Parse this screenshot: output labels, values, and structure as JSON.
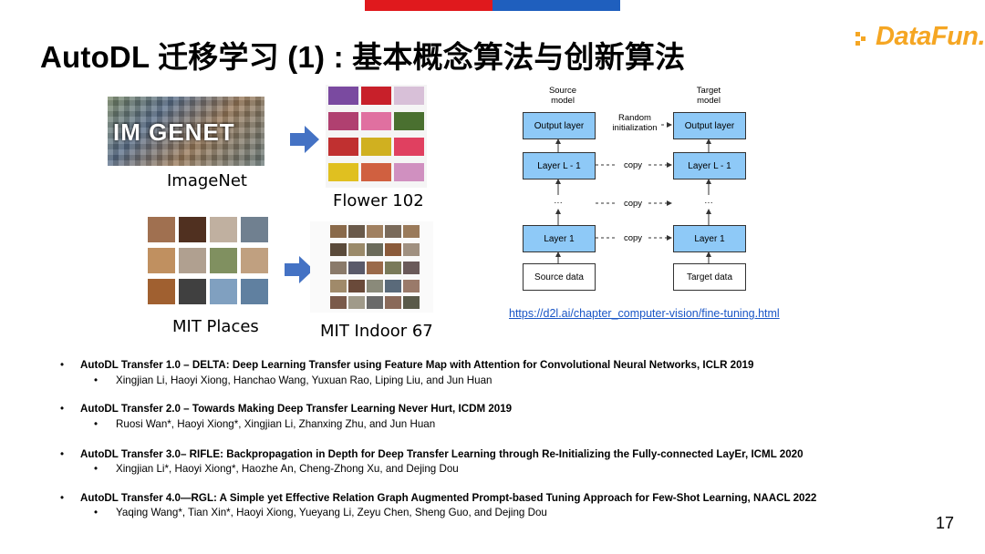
{
  "title": "AutoDL 迁移学习 (1) : 基本概念算法与创新算法",
  "logo": "DataFun.",
  "captions": {
    "imagenet": "ImageNet",
    "flower": "Flower 102",
    "mit_places": "MIT Places",
    "mit_indoor": "MIT Indoor 67"
  },
  "imagenet_logo_text": "IM GENET",
  "diagram": {
    "source_model": "Source\nmodel",
    "target_model": "Target\nmodel",
    "random_init": "Random\ninitialization",
    "output_layer": "Output layer",
    "layer_l1": "Layer L - 1",
    "dots": "···",
    "layer1": "Layer 1",
    "source_data": "Source data",
    "target_data": "Target data",
    "copy": "copy"
  },
  "url": "https://d2l.ai/chapter_computer-vision/fine-tuning.html",
  "references": [
    {
      "title": "AutoDL Transfer 1.0 – DELTA: Deep Learning Transfer using Feature Map with Attention for Convolutional Neural Networks, ICLR 2019",
      "authors": "Xingjian Li, Haoyi Xiong, Hanchao Wang, Yuxuan Rao, Liping Liu, and Jun Huan"
    },
    {
      "title": "AutoDL Transfer 2.0 – Towards Making Deep Transfer Learning Never Hurt, ICDM 2019",
      "authors": "Ruosi Wan*, Haoyi Xiong*, Xingjian Li, Zhanxing Zhu, and Jun Huan"
    },
    {
      "title": "AutoDL Transfer 3.0– RIFLE: Backpropagation in Depth for Deep Transfer Learning through Re-Initializing the Fully-connected LayEr, ICML 2020",
      "authors": "Xingjian Li*, Haoyi Xiong*, Haozhe An, Cheng-Zhong Xu, and Dejing Dou"
    },
    {
      "title": "AutoDL Transfer 4.0—RGL: A Simple yet Effective Relation Graph Augmented Prompt-based Tuning Approach for Few-Shot Learning, NAACL 2022",
      "authors": "Yaqing Wang*, Tian Xin*, Haoyi Xiong, Yueyang Li, Zeyu Chen, Sheng Guo, and Dejing Dou"
    }
  ],
  "bullet": "•",
  "page_number": "17",
  "colors": {
    "accent_red": "#e0191d",
    "accent_blue": "#1f5fbe",
    "logo_orange": "#f5a623",
    "layer_blue": "#8ec9f7",
    "link": "#1a56c6",
    "arrow_blue": "#4472c4"
  }
}
